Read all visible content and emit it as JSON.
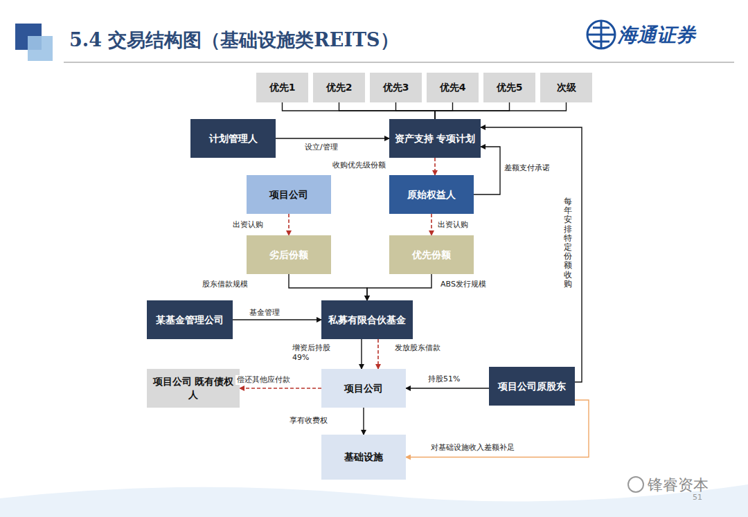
{
  "diagram": {
    "title": "5.4 交易结构图（基础设施类REITS）",
    "nodes": [
      {
        "text": [
          "优先1"
        ]
      },
      {
        "text": [
          "优先2"
        ]
      },
      {
        "text": [
          "优先3"
        ]
      },
      {
        "text": [
          "优先4"
        ]
      },
      {
        "text": [
          "优先5"
        ]
      },
      {
        "text": [
          "次级"
        ]
      },
      {
        "text": [
          "计划管理人"
        ]
      },
      {
        "text": [
          "资产支持 专项计划"
        ]
      },
      {
        "text": [
          "项目公司"
        ]
      },
      {
        "text": [
          "原始权益人"
        ]
      },
      {
        "text": [
          "劣后份额"
        ]
      },
      {
        "text": [
          "优先份额"
        ]
      },
      {
        "text": [
          "某基金管理公司"
        ]
      },
      {
        "text": [
          "私募有限合伙基金"
        ]
      },
      {
        "text": [
          "项目公司 既有债权人"
        ]
      },
      {
        "text": [
          "项目公司"
        ]
      },
      {
        "text": [
          "项目公司原股东"
        ]
      },
      {
        "text": [
          "基础设施"
        ]
      }
    ],
    "edges": [
      {
        "from": 0,
        "to": 7,
        "arrow": "none"
      },
      {
        "from": 1,
        "to": 7,
        "arrow": "none"
      },
      {
        "from": 2,
        "to": 7,
        "arrow": "none"
      },
      {
        "from": 3,
        "to": 7,
        "arrow": "none"
      },
      {
        "from": 4,
        "to": 7,
        "arrow": "none"
      },
      {
        "from": 5,
        "to": 7,
        "arrow": "none"
      },
      {
        "from": 6,
        "to": 7,
        "label": "设立/管理",
        "arrow": "to"
      },
      {
        "from": 7,
        "to": 9,
        "label": "收购优先级份额",
        "arrow": "to"
      },
      {
        "from": 9,
        "to": 7,
        "label": "差额支付承诺",
        "arrow": "to"
      },
      {
        "from": 8,
        "to": 10,
        "label": "出资认购",
        "arrow": "to"
      },
      {
        "from": 9,
        "to": 11,
        "label": "出资认购",
        "arrow": "to"
      },
      {
        "from": 10,
        "to": 13,
        "label": "股东借款规模",
        "arrow": "to"
      },
      {
        "from": 11,
        "to": 13,
        "label": "ABS发行规模",
        "arrow": "to"
      },
      {
        "from": 12,
        "to": 13,
        "label": "基金管理",
        "arrow": "to"
      },
      {
        "from": 13,
        "to": 15,
        "label": "增资后持股 49%",
        "arrow": "to"
      },
      {
        "from": 13,
        "to": 15,
        "label": "发放股东借款",
        "arrow": "to"
      },
      {
        "from": 15,
        "to": 14,
        "label": "偿还其他应付款",
        "arrow": "to"
      },
      {
        "from": 16,
        "to": 15,
        "label": "持股51%",
        "arrow": "to"
      },
      {
        "from": 16,
        "to": 7,
        "label": "每年安排特定份额收购",
        "arrow": "to"
      },
      {
        "from": 15,
        "to": 17,
        "label": "享有收费权",
        "arrow": "to"
      },
      {
        "from": 16,
        "to": 17,
        "label": "对基础设施收入差额补足",
        "arrow": "to"
      }
    ],
    "labels": [
      "海通证券",
      "锋睿资本",
      "51"
    ]
  }
}
